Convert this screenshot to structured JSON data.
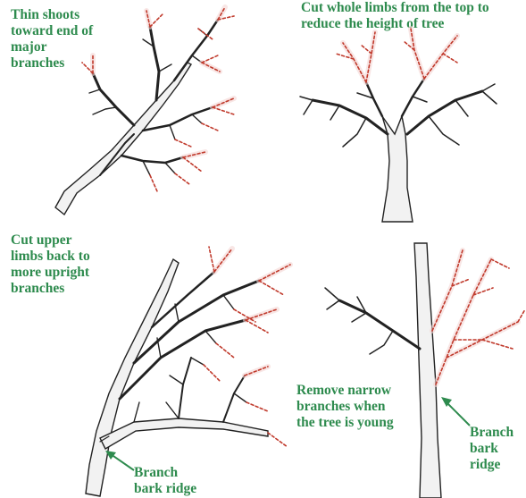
{
  "panels": {
    "top_left": {
      "caption": "Thin shoots\ntoward end of\nmajor\nbranches"
    },
    "top_right": {
      "caption": "Cut whole limbs from the top to\nreduce the height of tree"
    },
    "bottom_left": {
      "caption": "Cut upper\nlimbs back to\nmore upright\nbranches",
      "label": "Branch\nbark ridge"
    },
    "bottom_right": {
      "caption": "Remove narrow\nbranches when\nthe tree is young",
      "label": "Branch\nbark\nridge"
    }
  },
  "colors": {
    "caption_green": "#2e8b4e",
    "cut_red": "#c0392b",
    "branch_black": "#222222"
  }
}
